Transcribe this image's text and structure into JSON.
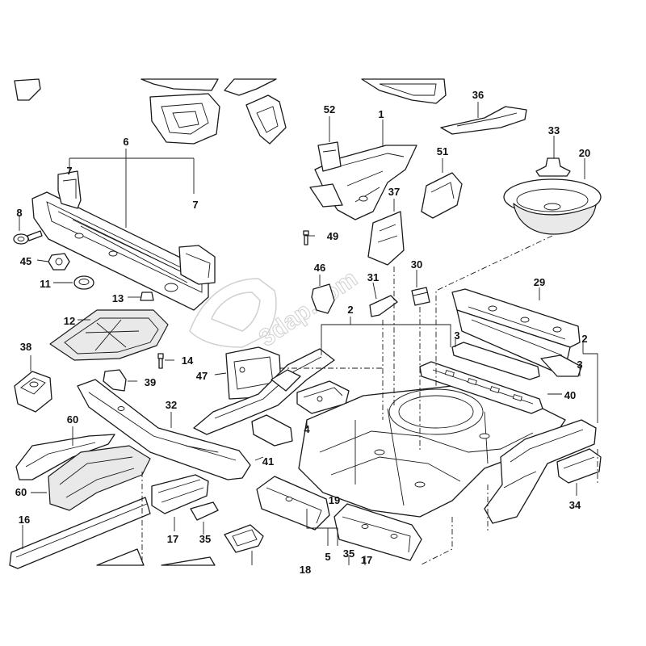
{
  "diagram": {
    "watermark": "3dap.com",
    "callouts": [
      {
        "id": "c1",
        "label": "1"
      },
      {
        "id": "c2a",
        "label": "2"
      },
      {
        "id": "c2b",
        "label": "2"
      },
      {
        "id": "c3a",
        "label": "3"
      },
      {
        "id": "c3b",
        "label": "3"
      },
      {
        "id": "c4",
        "label": "4"
      },
      {
        "id": "c5",
        "label": "5"
      },
      {
        "id": "c6",
        "label": "6"
      },
      {
        "id": "c7a",
        "label": "7"
      },
      {
        "id": "c7b",
        "label": "7"
      },
      {
        "id": "c8",
        "label": "8"
      },
      {
        "id": "c11",
        "label": "11"
      },
      {
        "id": "c12",
        "label": "12"
      },
      {
        "id": "c13",
        "label": "13"
      },
      {
        "id": "c14",
        "label": "14"
      },
      {
        "id": "c16",
        "label": "16"
      },
      {
        "id": "c17a",
        "label": "17"
      },
      {
        "id": "c17b",
        "label": "17"
      },
      {
        "id": "c18",
        "label": "18"
      },
      {
        "id": "c19",
        "label": "19"
      },
      {
        "id": "c20",
        "label": "20"
      },
      {
        "id": "c29",
        "label": "29"
      },
      {
        "id": "c30",
        "label": "30"
      },
      {
        "id": "c31",
        "label": "31"
      },
      {
        "id": "c32",
        "label": "32"
      },
      {
        "id": "c33",
        "label": "33"
      },
      {
        "id": "c34",
        "label": "34"
      },
      {
        "id": "c35a",
        "label": "35"
      },
      {
        "id": "c35b",
        "label": "35"
      },
      {
        "id": "c36",
        "label": "36"
      },
      {
        "id": "c37",
        "label": "37"
      },
      {
        "id": "c38",
        "label": "38"
      },
      {
        "id": "c39",
        "label": "39"
      },
      {
        "id": "c40",
        "label": "40"
      },
      {
        "id": "c41",
        "label": "41"
      },
      {
        "id": "c45",
        "label": "45"
      },
      {
        "id": "c46",
        "label": "46"
      },
      {
        "id": "c47",
        "label": "47"
      },
      {
        "id": "c49",
        "label": "49"
      },
      {
        "id": "c51",
        "label": "51"
      },
      {
        "id": "c52",
        "label": "52"
      },
      {
        "id": "c60a",
        "label": "60"
      },
      {
        "id": "c60b",
        "label": "60"
      }
    ]
  }
}
